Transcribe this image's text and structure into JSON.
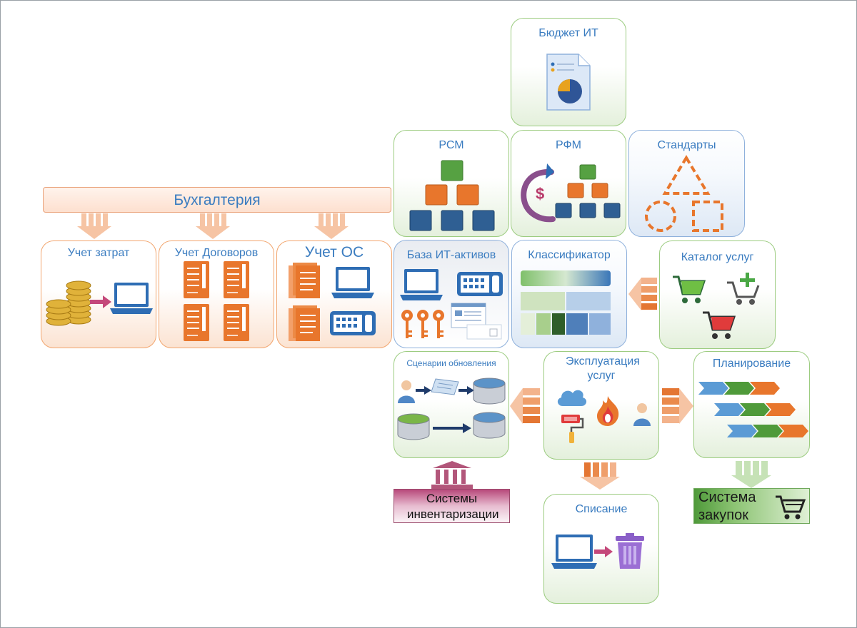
{
  "boxes": {
    "budget": "Бюджет ИТ",
    "rsm": "РСМ",
    "rfm": "РФМ",
    "standards": "Стандарты",
    "accounting": "Бухгалтерия",
    "cost_accounting": "Учет затрат",
    "contracts_accounting": "Учет Договоров",
    "fixed_assets": "Учет ОС",
    "it_assets_base": "База ИТ-активов",
    "classifier": "Классификатор",
    "service_catalog": "Каталог услуг",
    "update_scenarios": "Сценарии обновления",
    "service_operation": "Эксплуатация услуг",
    "planning": "Планирование",
    "inventory_systems": "Системы инвентаризации",
    "write_off": "Списание",
    "procurement_system": "Система закупок"
  },
  "colors": {
    "green_border": "#9ccc80",
    "orange_border": "#f2a66f",
    "blue_border": "#8fb1dc",
    "title_blue": "#3a7cc0",
    "icon_orange": "#e8762c",
    "icon_blue": "#2e6db4",
    "icon_green": "#4f9a3a"
  }
}
